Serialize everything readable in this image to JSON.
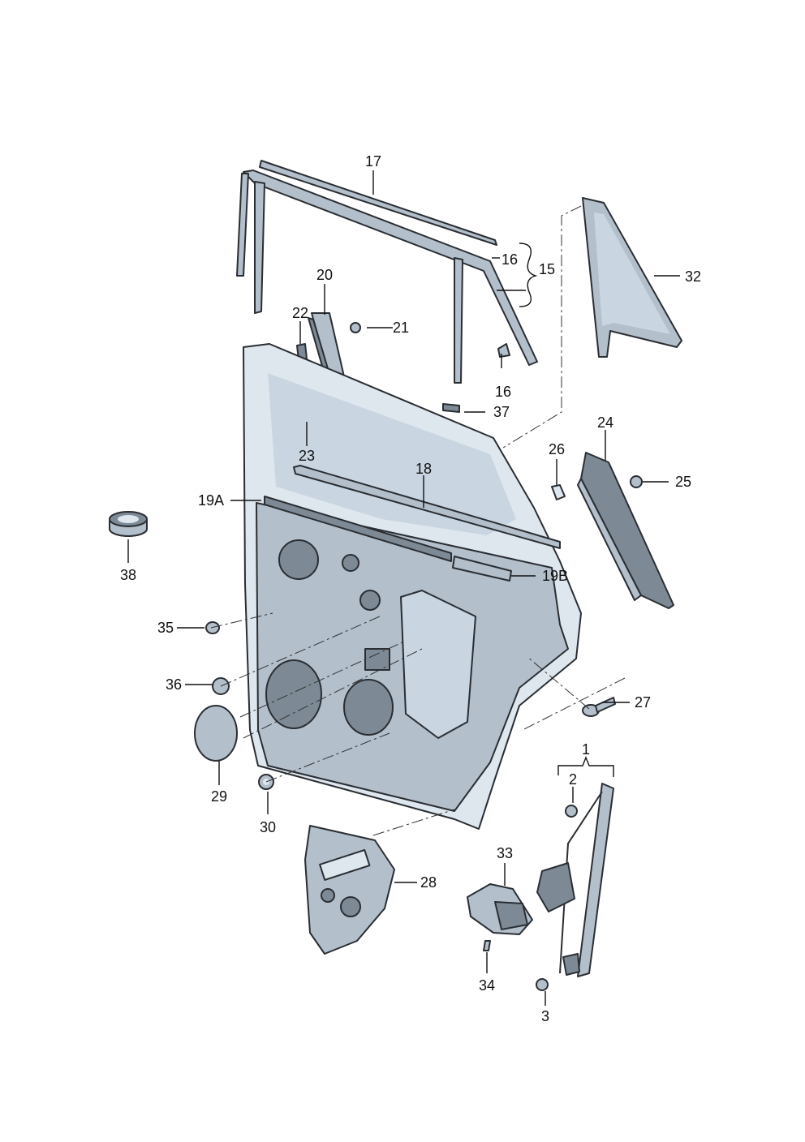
{
  "callouts": {
    "c1": "1",
    "c2": "2",
    "c3": "3",
    "c15": "15",
    "c16a": "16",
    "c16b": "16",
    "c17": "17",
    "c18": "18",
    "c19a": "19A",
    "c19b": "19B",
    "c20": "20",
    "c21": "21",
    "c22": "22",
    "c23": "23",
    "c24": "24",
    "c25": "25",
    "c26": "26",
    "c27": "27",
    "c28": "28",
    "c29": "29",
    "c30": "30",
    "c32": "32",
    "c33": "33",
    "c34": "34",
    "c35": "35",
    "c36": "36",
    "c37": "37",
    "c38": "38"
  },
  "colors": {
    "part_fill": "#b3bfcb",
    "glass_fill": "#c9d6e2",
    "outline": "#2a2e33",
    "label": "#111111"
  }
}
